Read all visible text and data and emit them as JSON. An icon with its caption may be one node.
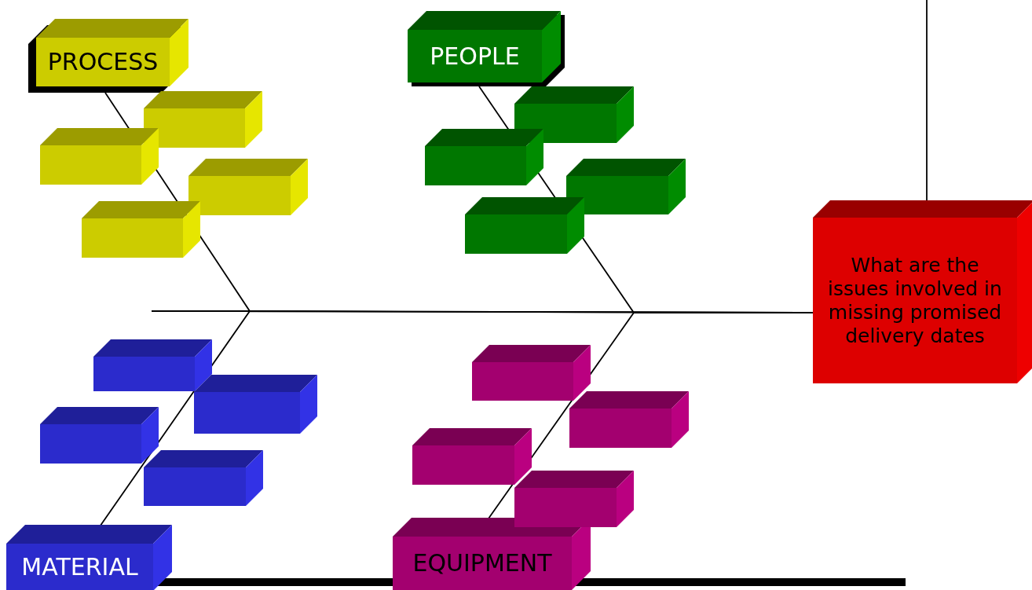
{
  "diagram": {
    "nodes": [
      {
        "text": [
          "PROCESS"
        ]
      },
      {
        "text": [
          "PEOPLE"
        ]
      },
      {
        "text": [
          "What are the issues involved in missing promised delivery dates"
        ]
      },
      {
        "text": [
          "MATERIAL"
        ]
      },
      {
        "text": [
          "EQUIPMENT"
        ]
      },
      {
        "text": [],
        "shape": "box"
      },
      {
        "text": [],
        "shape": "box"
      },
      {
        "text": [],
        "shape": "box"
      },
      {
        "text": [],
        "shape": "box"
      },
      {
        "text": [],
        "shape": "box"
      },
      {
        "text": [],
        "shape": "box"
      },
      {
        "text": [],
        "shape": "box"
      },
      {
        "text": [],
        "shape": "box"
      },
      {
        "text": [],
        "shape": "box"
      },
      {
        "text": [],
        "shape": "box"
      },
      {
        "text": [],
        "shape": "box"
      },
      {
        "text": [],
        "shape": "box"
      },
      {
        "text": [],
        "shape": "box"
      },
      {
        "text": [],
        "shape": "box"
      },
      {
        "text": [],
        "shape": "box"
      },
      {
        "text": [],
        "shape": "box"
      }
    ],
    "edges": [
      {
        "from": 0,
        "to": 2,
        "arrow": "none"
      },
      {
        "from": 1,
        "to": 2,
        "arrow": "none"
      },
      {
        "from": 3,
        "to": 2,
        "arrow": "none"
      },
      {
        "from": 4,
        "to": 2,
        "arrow": "none"
      },
      {
        "from": null,
        "to": 2,
        "arrow": "none"
      }
    ]
  }
}
